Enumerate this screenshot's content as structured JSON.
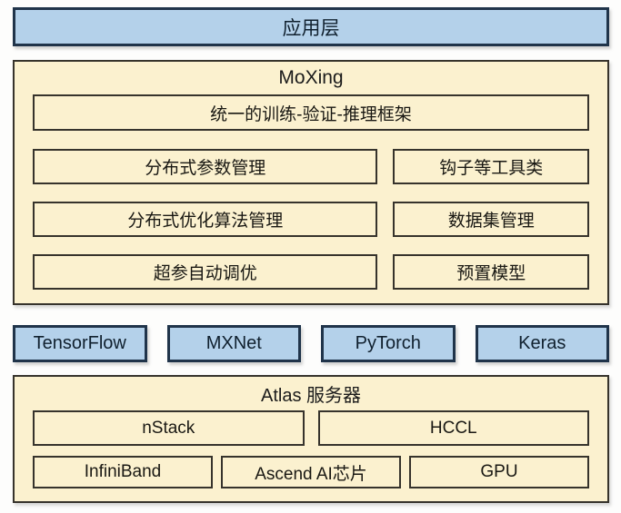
{
  "app_layer": {
    "label": "应用层"
  },
  "moxing": {
    "title": "MoXing",
    "unified_framework": "统一的训练-验证-推理框架",
    "rows": [
      {
        "left": "分布式参数管理",
        "right": "钩子等工具类"
      },
      {
        "left": "分布式优化算法管理",
        "right": "数据集管理"
      },
      {
        "left": "超参自动调优",
        "right": "预置模型"
      }
    ]
  },
  "frameworks": [
    {
      "label": "TensorFlow"
    },
    {
      "label": "MXNet"
    },
    {
      "label": "PyTorch"
    },
    {
      "label": "Keras"
    }
  ],
  "atlas": {
    "title": "Atlas 服务器",
    "row1": [
      {
        "label": "nStack"
      },
      {
        "label": "HCCL"
      }
    ],
    "row2": [
      {
        "label": "InfiniBand"
      },
      {
        "label": "Ascend AI芯片"
      },
      {
        "label": "GPU"
      }
    ]
  },
  "colors": {
    "blue_fill": "#b4d1ea",
    "blue_border": "#20344a",
    "cream_fill": "#fbf1cf",
    "cream_border": "#36332c",
    "text": "#1b1b1b"
  }
}
